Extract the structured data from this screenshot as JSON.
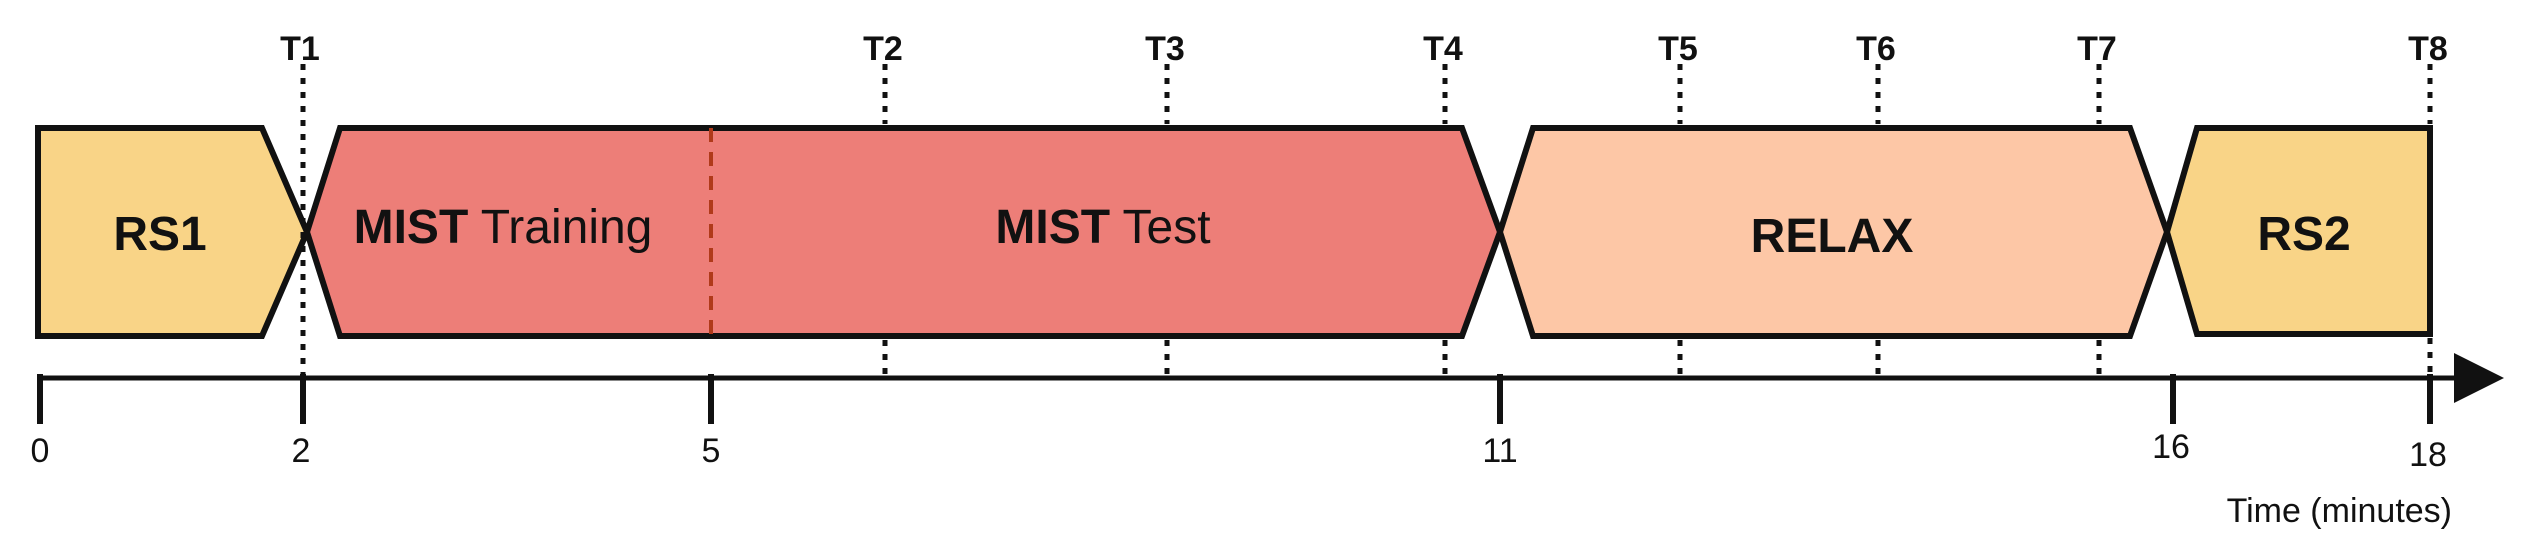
{
  "diagram": {
    "colors": {
      "rest": "#F9D487",
      "mist": "#ED7E78",
      "relax": "#FDC7A6",
      "stroke": "#111111",
      "divider": "#B03A1A"
    },
    "phases": {
      "rs1": {
        "label": "RS1"
      },
      "mist_training": {
        "bold": "MIST",
        "rest": " Training"
      },
      "mist_test": {
        "bold": "MIST",
        "rest": " Test"
      },
      "relax": {
        "label": "RELAX"
      },
      "rs2": {
        "label": "RS2"
      }
    },
    "timepoints": [
      "T1",
      "T2",
      "T3",
      "T4",
      "T5",
      "T6",
      "T7",
      "T8"
    ],
    "axis": {
      "ticks": [
        "0",
        "2",
        "5",
        "11",
        "16",
        "18"
      ],
      "label": "Time (minutes)"
    }
  }
}
